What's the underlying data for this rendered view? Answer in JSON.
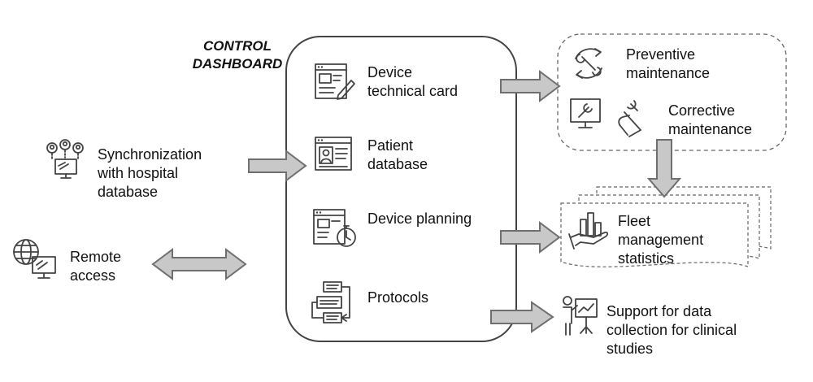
{
  "dashboard": {
    "title_line1": "CONTROL",
    "title_line2": "DASHBOARD",
    "items": [
      {
        "line1": "Device",
        "line2": "technical card",
        "icon": "technical-card-icon"
      },
      {
        "line1": "Patient",
        "line2": "database",
        "icon": "patient-card-icon"
      },
      {
        "line1": "Device planning",
        "line2": "",
        "icon": "planning-timer-icon"
      },
      {
        "line1": "Protocols",
        "line2": "",
        "icon": "protocol-flow-icon"
      }
    ]
  },
  "inputs": {
    "sync": {
      "line1": "Synchronization",
      "line2": "with hospital",
      "line3": "database",
      "icon": "users-computer-icon"
    },
    "remote": {
      "line1": "Remote",
      "line2": "access",
      "icon": "globe-computer-icon"
    }
  },
  "outputs": {
    "maintenance": {
      "preventive": {
        "line1": "Preventive",
        "line2": "maintenance",
        "icon": "wrench-cycle-icon"
      },
      "corrective": {
        "line1": "Corrective",
        "line2": "maintenance",
        "icon": "wrench-monitor-icon"
      }
    },
    "fleet": {
      "line1": "Fleet",
      "line2": "management",
      "line3": "statistics",
      "icon": "hand-bar-chart-icon"
    },
    "support": {
      "line1": "Support for data",
      "line2": "collection for clinical",
      "line3": "studies",
      "icon": "presenter-board-icon"
    }
  },
  "colors": {
    "arrow_fill": "#c8c8c8",
    "arrow_stroke": "#6f6f6f",
    "line": "#444444"
  }
}
